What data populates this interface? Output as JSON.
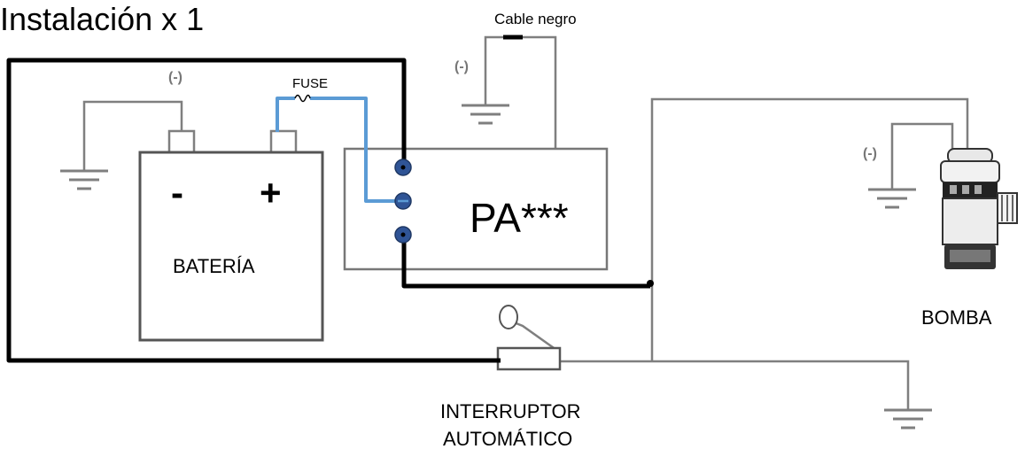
{
  "title": "Instalación x 1",
  "labels": {
    "black_cable": "Cable negro",
    "fuse": "FUSE",
    "battery": "BATERÍA",
    "battery_minus": "-",
    "battery_plus": "+",
    "device": "PA***",
    "pump": "BOMBA",
    "switch_line1": "INTERRUPTOR",
    "switch_line2": "AUTOMÁTICO",
    "ground_battery": "(-)",
    "ground_device": "(-)",
    "ground_pump": "(-)"
  },
  "colors": {
    "blue_wire": "#5b9bd5",
    "black_wire": "#000000",
    "terminal": "#2f5496",
    "gray_wire": "#7f7f7f"
  }
}
